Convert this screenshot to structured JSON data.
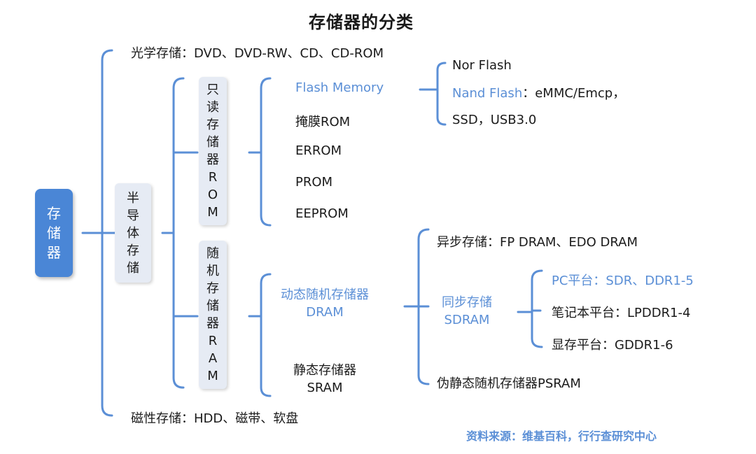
{
  "title": "存储器的分类",
  "root": [
    "存",
    "储",
    "器"
  ],
  "optical": "光学存储：DVD、DVD-RW、CD、CD-ROM",
  "magnetic": "磁性存储：HDD、磁带、软盘",
  "semiconductor": [
    "半",
    "导",
    "体",
    "存",
    "储"
  ],
  "rom_box": [
    "只",
    "读",
    "存",
    "储",
    "器",
    "R",
    "O",
    "M"
  ],
  "ram_box": [
    "随",
    "机",
    "存",
    "储",
    "器",
    "R",
    "A",
    "M"
  ],
  "rom_items": {
    "flash": "Flash Memory",
    "mask": "掩膜ROM",
    "errom": "ERROM",
    "prom": "PROM",
    "eeprom": "EEPROM"
  },
  "flash_items": {
    "nor": "Nor Flash",
    "nand_label": "Nand Flash",
    "nand_rest": "：eMMC/Emcp，",
    "ssd": "SSD，USB3.0"
  },
  "dram": {
    "line1": "动态随机存储器",
    "line2": "DRAM"
  },
  "sram": {
    "line1": "静态存储器",
    "line2": "SRAM"
  },
  "dram_items": {
    "async": "异步存储：FP DRAM、EDO DRAM",
    "psram": "伪静态随机存储器PSRAM"
  },
  "sync": {
    "line1": "同步存储",
    "line2": "SDRAM"
  },
  "sync_items": {
    "pc": "PC平台：SDR、DDR1-5",
    "notebook": "笔记本平台：LPDDR1-4",
    "gpu": "显存平台：GDDR1-6"
  },
  "source": "资料来源：维基百科，行行查研究中心",
  "colors": {
    "accent": "#5b8fd6",
    "root_fill": "#4a86d6",
    "box_fill": "#e6ebf4",
    "text": "#1a1a1a"
  }
}
